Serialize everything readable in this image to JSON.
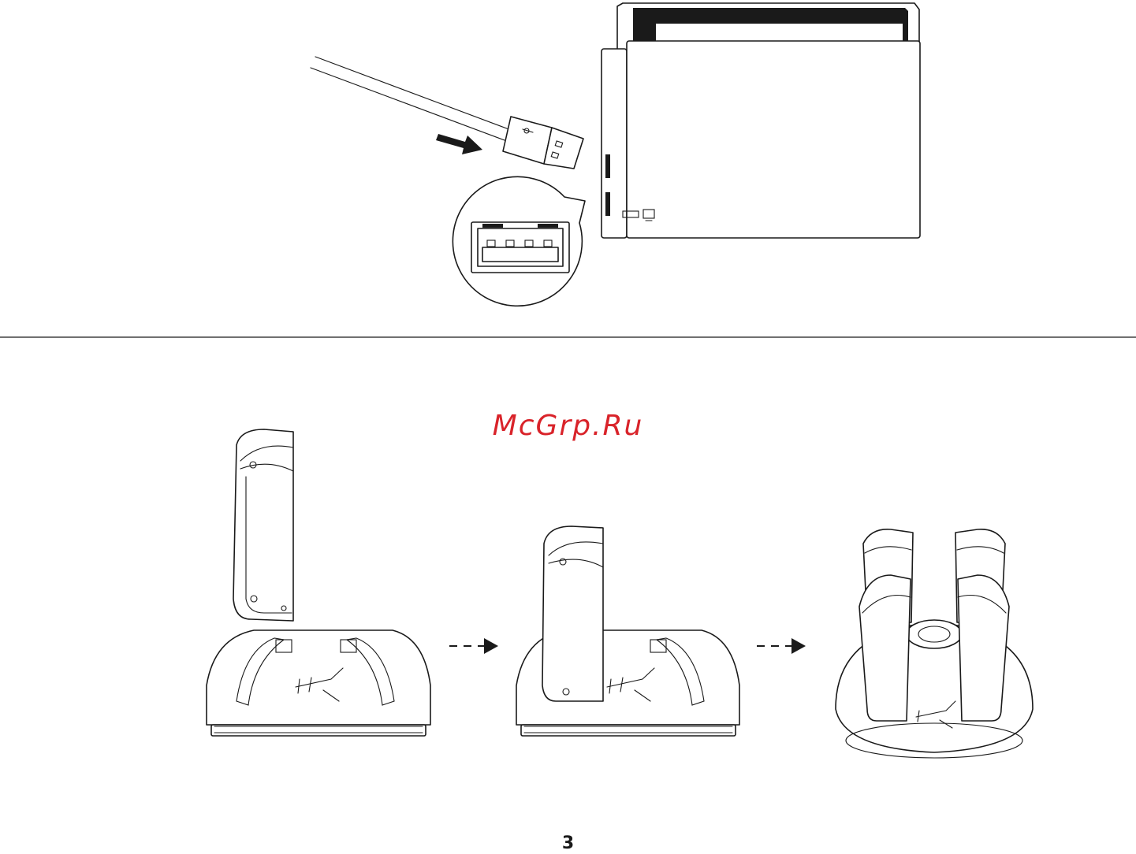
{
  "watermark": "McGrp.Ru",
  "page_number": "3",
  "steps": [
    {
      "name": "connect-usb"
    },
    {
      "name": "place-first-controller"
    },
    {
      "name": "all-controllers-docked"
    }
  ],
  "colors": {
    "ink": "#1a1a1a",
    "watermark": "#d9232a",
    "background": "#ffffff"
  }
}
